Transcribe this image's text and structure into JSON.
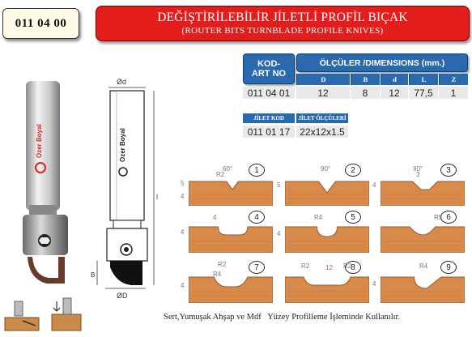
{
  "header": {
    "code": "011 04 00",
    "title": "DEĞİŞTİRİLEBİLİR JİLETLİ  PROFİL BIÇAK",
    "subtitle": "(ROUTER BITS TURNBLADE PROFILE KNIVES)"
  },
  "dimensions_table": {
    "code_header": "KOD-\nART NO",
    "dims_header": "ÖLÇÜLER /DIMENSIONS (mm.)",
    "columns": [
      "D",
      "B",
      "d",
      "L",
      "Z"
    ],
    "row": {
      "code": "011 04 01",
      "values": [
        "12",
        "8",
        "12",
        "77,5",
        "1"
      ]
    }
  },
  "blade_table": {
    "headers": [
      "JİLET KOD",
      "JİLET ÖLÇÜLERİ"
    ],
    "values": [
      "011 01 17",
      "22x12x1.5"
    ]
  },
  "diagram_labels": {
    "d": "Ød",
    "D": "ØD",
    "L": "l",
    "B": "B",
    "brand": "Ozer Boyal"
  },
  "profiles": [
    {
      "num": "1",
      "labels": [
        "60°",
        "R2",
        "5",
        "4"
      ]
    },
    {
      "num": "2",
      "labels": [
        "90°",
        "5"
      ]
    },
    {
      "num": "3",
      "labels": [
        "90°",
        "3",
        "4"
      ]
    },
    {
      "num": "4",
      "labels": [
        "4",
        "4"
      ]
    },
    {
      "num": "5",
      "labels": [
        "R4",
        "4"
      ]
    },
    {
      "num": "6",
      "labels": [
        "R5"
      ]
    },
    {
      "num": "7",
      "labels": [
        "R2",
        "R4",
        "4"
      ]
    },
    {
      "num": "8",
      "labels": [
        "R2",
        "12",
        "R2"
      ]
    },
    {
      "num": "9",
      "labels": [
        "R4",
        "4"
      ]
    }
  ],
  "footer": {
    "text": "Sert,Yumuşak Ahşap ve Mdf   Yüzey Profilleme İşleminde Kullanılır."
  }
}
